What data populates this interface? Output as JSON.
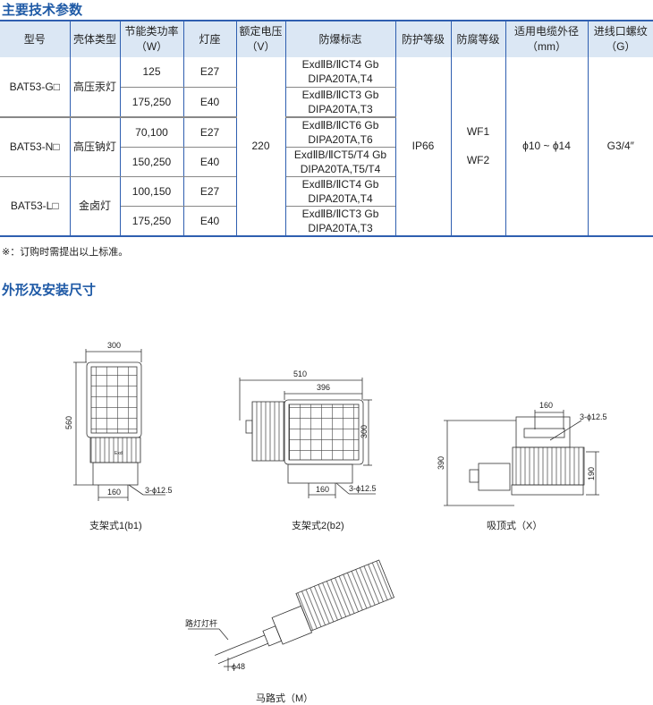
{
  "section1_title": "主要技术参数",
  "table": {
    "headers": [
      "型号",
      "壳体类型",
      "节能类功率",
      "（W）",
      "灯座",
      "额定电压",
      "（V）",
      "防爆标志",
      "防护等级",
      "防腐等级",
      "适用电缆外径",
      "（mm）",
      "进线口螺纹",
      "（G）"
    ],
    "models": [
      {
        "model": "BAT53-G□",
        "type": "高压汞灯",
        "rows": [
          {
            "power": "125",
            "base": "E27",
            "ex1": "ExdⅡB/ⅡCT4 Gb",
            "ex2": "DIPA20TA,T4"
          },
          {
            "power": "175,250",
            "base": "E40",
            "ex1": "ExdⅡB/ⅡCT3 Gb",
            "ex2": "DIPA20TA,T3"
          }
        ]
      },
      {
        "model": "BAT53-N□",
        "type": "高压钠灯",
        "rows": [
          {
            "power": "70,100",
            "base": "E27",
            "ex1": "ExdⅡB/ⅡCT6 Gb",
            "ex2": "DIPA20TA,T6"
          },
          {
            "power": "150,250",
            "base": "E40",
            "ex1": "ExdⅡB/ⅡCT5/T4 Gb",
            "ex2": "DIPA20TA,T5/T4"
          }
        ]
      },
      {
        "model": "BAT53-L□",
        "type": "金卤灯",
        "rows": [
          {
            "power": "100,150",
            "base": "E27",
            "ex1": "ExdⅡB/ⅡCT4 Gb",
            "ex2": "DIPA20TA,T4"
          },
          {
            "power": "175,250",
            "base": "E40",
            "ex1": "ExdⅡB/ⅡCT3 Gb",
            "ex2": "DIPA20TA,T3"
          }
        ]
      }
    ],
    "voltage": "220",
    "ip": "IP66",
    "wf1": "WF1",
    "wf2": "WF2",
    "cable": "ϕ10 ~ ϕ14",
    "thread": "G3/4″"
  },
  "note": "※：订购时需提出以上标准。",
  "section2_title": "外形及安装尺寸",
  "drawings": {
    "b1": {
      "caption": "支架式1(b1)",
      "w": "300",
      "h": "560",
      "hole": "160",
      "bolt": "3-ϕ12.5",
      "mark": "Exd"
    },
    "b2": {
      "caption": "支架式2(b2)",
      "w": "510",
      "w2": "396",
      "h": "300",
      "hole": "160",
      "bolt": "3-ϕ12.5"
    },
    "x": {
      "caption": "吸顶式（X）",
      "hole": "160",
      "bolt": "3-ϕ12.5",
      "h": "390",
      "h2": "190"
    },
    "m": {
      "caption": "马路式（M）",
      "pole": "路灯灯杆",
      "dia": "ϕ48"
    }
  }
}
